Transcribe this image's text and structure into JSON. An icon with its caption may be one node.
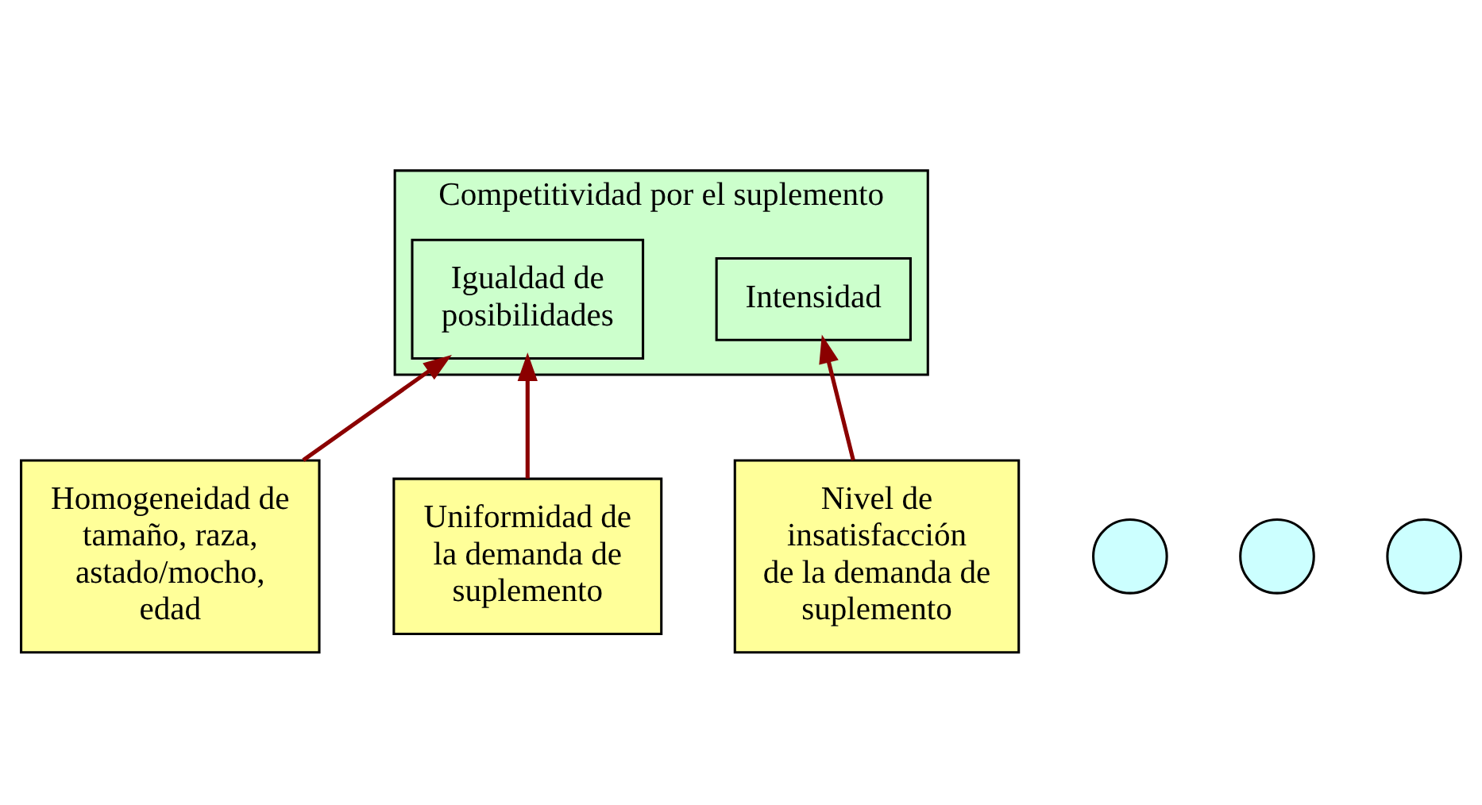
{
  "diagram": {
    "nodes": [
      {
        "text": [
          "Competitividad por el suplemento"
        ]
      },
      {
        "text": [
          "Igualdad de posibilidades"
        ],
        "in": 0
      },
      {
        "text": [
          "Intensidad"
        ],
        "in": 0
      },
      {
        "text": [
          "Homogeneidad de tamaño, raza, astado/mocho, edad"
        ]
      },
      {
        "text": [
          "Uniformidad de la demanda de suplemento"
        ]
      },
      {
        "text": [
          "Nivel de insatisfacción de la demanda de suplemento"
        ]
      },
      {
        "text": [],
        "shape": "circle"
      },
      {
        "text": [],
        "shape": "circle"
      },
      {
        "text": [],
        "shape": "circle"
      }
    ],
    "edges": [
      {
        "from": 3,
        "to": 1,
        "arrow": "to"
      },
      {
        "from": 4,
        "to": 1,
        "arrow": "to"
      },
      {
        "from": 5,
        "to": 2,
        "arrow": "to"
      }
    ]
  }
}
